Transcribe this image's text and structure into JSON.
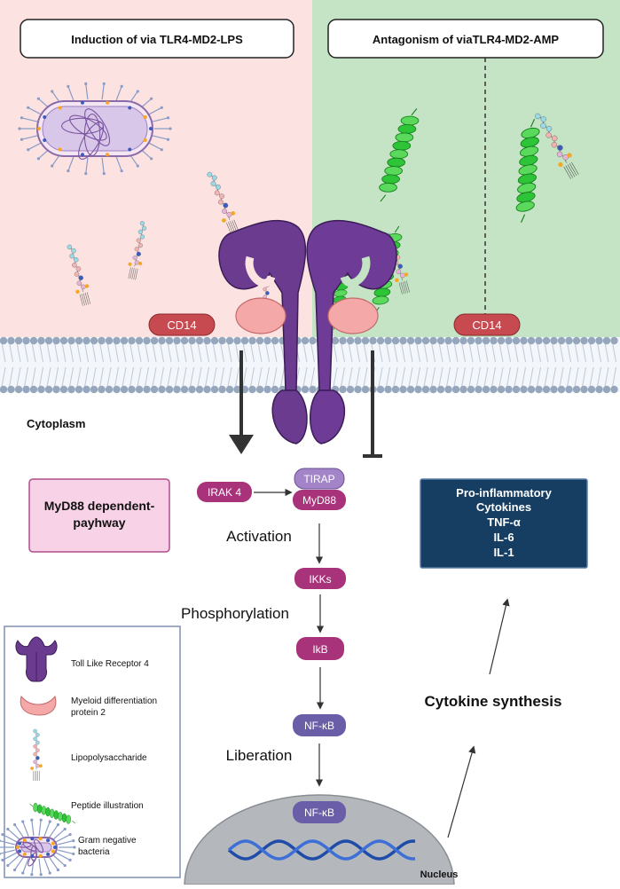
{
  "panels": {
    "left_title": "Induction of via TLR4-MD2-LPS",
    "right_title": "Antagonism of viaTLR4-MD2-AMP"
  },
  "membrane": {
    "cd14_left": "CD14",
    "cd14_right": "CD14",
    "cytoplasm_label": "Cytoplasm"
  },
  "pathway": {
    "myd88_box": [
      "MyD88 dependent-",
      "payhway"
    ],
    "irak4": "IRAK 4",
    "tirap": "TIRAP",
    "myd88": "MyD88",
    "activation": "Activation",
    "ikks": "IKKs",
    "phosphorylation": "Phosphorylation",
    "ikb": "IkB",
    "nfkb": "NF-κB",
    "liberation": "Liberation",
    "nfkb_nucleus": "NF-κB",
    "nucleus": "Nucleus"
  },
  "cytokines": {
    "lines": [
      "Pro-inflammatory",
      "Cytokines",
      "TNF-α",
      "IL-6",
      "IL-1"
    ],
    "synthesis": "Cytokine synthesis"
  },
  "legend": {
    "tlr4": "Toll Like Receptor 4",
    "md2": [
      "Myeloid differentiation",
      "protein 2"
    ],
    "lps": "Lipopolysaccharide",
    "peptide": "Peptide illustration",
    "bacteria": [
      "Gram negative",
      "bacteria"
    ]
  },
  "colors": {
    "left_bg": "#fce3e1",
    "right_bg": "#c4e4c5",
    "receptor": "#6a3b8f",
    "md2": "#f5a8a8",
    "cd14": "#c64a4f",
    "pathway": "#a8337a",
    "tirap": "#a484c9",
    "nfkb": "#6a5ea8",
    "cytokine_box": "#163e63",
    "myd88_box": "#f8d2e6",
    "peptide": "#2ec438",
    "membrane": "#95a6bd",
    "nucleus": "#b4b8bd",
    "dna": "#1f4ca8"
  }
}
